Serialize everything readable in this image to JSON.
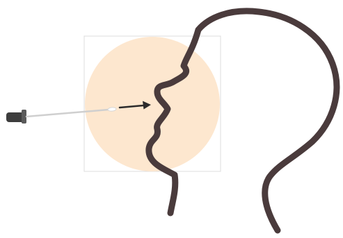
{
  "illustration": {
    "subjects": [
      "head-profile",
      "highlight-circle",
      "swab",
      "direction-arrow"
    ],
    "colors": {
      "background": "#ffffff",
      "head_outline": "#4a3b3c",
      "highlight_fill": "#fde7cf",
      "frame_border": "#dcdcdc",
      "swab_handle": "#3d3d3d",
      "swab_shaft": "#cfcfcf",
      "arrow": "#2b2b2b"
    },
    "icons": {
      "head": "head-profile-icon",
      "swab": "nasal-swab-icon",
      "arrow": "arrow-right-icon"
    }
  }
}
